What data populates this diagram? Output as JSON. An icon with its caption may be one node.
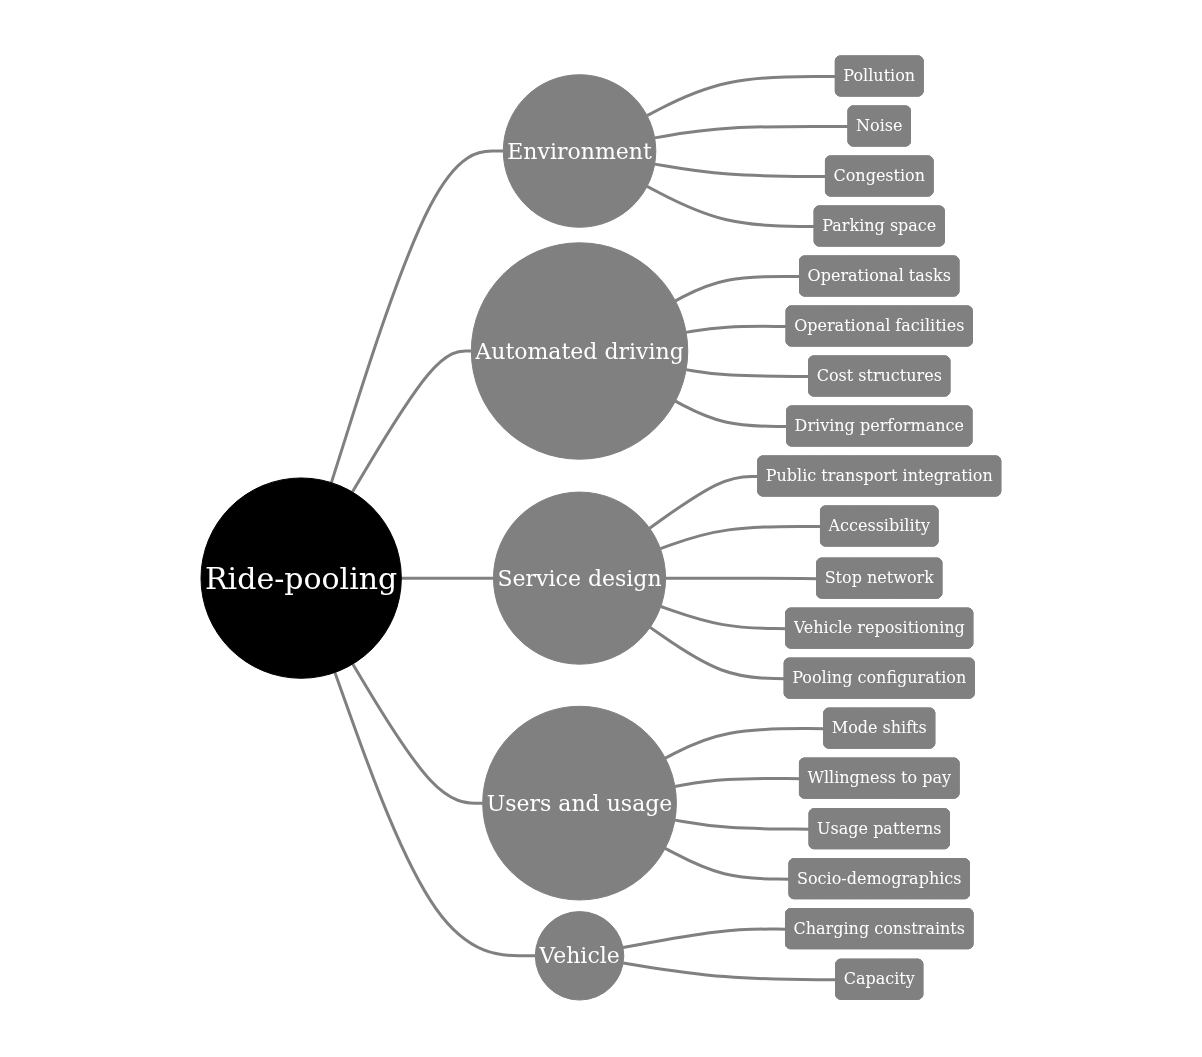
{
  "diagram": {
    "nodes": [
      {
        "text": [
          "Ride-pooling"
        ]
      },
      {
        "text": [
          "Environment"
        ]
      },
      {
        "text": [
          "Pollution"
        ]
      },
      {
        "text": [
          "Noise"
        ]
      },
      {
        "text": [
          "Congestion"
        ]
      },
      {
        "text": [
          "Parking space"
        ]
      },
      {
        "text": [
          "Automated driving"
        ]
      },
      {
        "text": [
          "Operational tasks"
        ]
      },
      {
        "text": [
          "Operational facilities"
        ]
      },
      {
        "text": [
          "Cost structures"
        ]
      },
      {
        "text": [
          "Driving performance"
        ]
      },
      {
        "text": [
          "Service design"
        ]
      },
      {
        "text": [
          "Public transport integration"
        ]
      },
      {
        "text": [
          "Accessibility"
        ]
      },
      {
        "text": [
          "Stop network"
        ]
      },
      {
        "text": [
          "Vehicle repositioning"
        ]
      },
      {
        "text": [
          "Pooling configuration"
        ]
      },
      {
        "text": [
          "Users and usage"
        ]
      },
      {
        "text": [
          "Mode shifts"
        ]
      },
      {
        "text": [
          "Wllingness to pay"
        ]
      },
      {
        "text": [
          "Usage patterns"
        ]
      },
      {
        "text": [
          "Socio-demographics"
        ]
      },
      {
        "text": [
          "Vehicle"
        ]
      },
      {
        "text": [
          "Charging constraints"
        ]
      },
      {
        "text": [
          "Capacity"
        ]
      }
    ],
    "edges": [
      {
        "from": 0,
        "to": 1,
        "arrow": "none"
      },
      {
        "from": 1,
        "to": 2,
        "arrow": "none"
      },
      {
        "from": 1,
        "to": 3,
        "arrow": "none"
      },
      {
        "from": 1,
        "to": 4,
        "arrow": "none"
      },
      {
        "from": 1,
        "to": 5,
        "arrow": "none"
      },
      {
        "from": 0,
        "to": 6,
        "arrow": "none"
      },
      {
        "from": 6,
        "to": 7,
        "arrow": "none"
      },
      {
        "from": 6,
        "to": 8,
        "arrow": "none"
      },
      {
        "from": 6,
        "to": 9,
        "arrow": "none"
      },
      {
        "from": 6,
        "to": 10,
        "arrow": "none"
      },
      {
        "from": 0,
        "to": 11,
        "arrow": "none"
      },
      {
        "from": 11,
        "to": 12,
        "arrow": "none"
      },
      {
        "from": 11,
        "to": 13,
        "arrow": "none"
      },
      {
        "from": 11,
        "to": 14,
        "arrow": "none"
      },
      {
        "from": 11,
        "to": 15,
        "arrow": "none"
      },
      {
        "from": 11,
        "to": 16,
        "arrow": "none"
      },
      {
        "from": 0,
        "to": 17,
        "arrow": "none"
      },
      {
        "from": 17,
        "to": 18,
        "arrow": "none"
      },
      {
        "from": 17,
        "to": 19,
        "arrow": "none"
      },
      {
        "from": 17,
        "to": 20,
        "arrow": "none"
      },
      {
        "from": 17,
        "to": 21,
        "arrow": "none"
      },
      {
        "from": 0,
        "to": 22,
        "arrow": "none"
      },
      {
        "from": 22,
        "to": 23,
        "arrow": "none"
      },
      {
        "from": 22,
        "to": 24,
        "arrow": "none"
      }
    ]
  }
}
